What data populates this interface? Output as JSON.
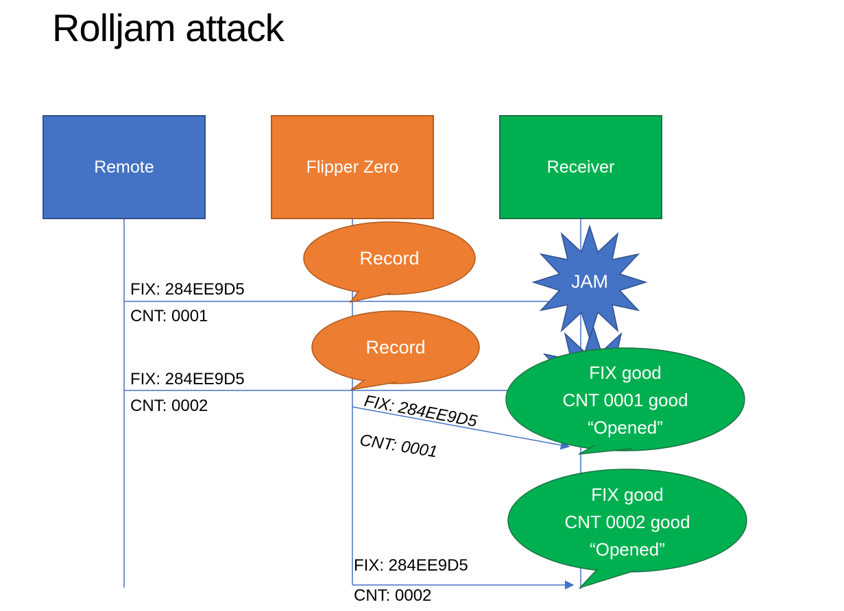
{
  "title": "Rolljam attack",
  "colors": {
    "blue": "#4472C4",
    "blue_dark": "#2F528F",
    "orange": "#ED7D31",
    "orange_dark": "#AE5A21",
    "green": "#00B050",
    "green_dark": "#1E7145"
  },
  "actors": {
    "remote": "Remote",
    "flipper": "Flipper Zero",
    "receiver": "Receiver"
  },
  "messages": {
    "msg1_fix": "FIX: 284EE9D5",
    "msg1_cnt": "CNT: 0001",
    "msg2_fix": "FIX: 284EE9D5",
    "msg2_cnt": "CNT: 0002",
    "replay1_fix": "FIX: 284EE9D5",
    "replay1_cnt": "CNT: 0001",
    "replay2_fix": "FIX: 284EE9D5",
    "replay2_cnt": "CNT: 0002"
  },
  "callouts": {
    "record1": "Record",
    "record2": "Record",
    "jam": "JAM",
    "result1": {
      "line1": "FIX good",
      "line2": "CNT 0001 good",
      "line3": "“Opened”"
    },
    "result2": {
      "line1": "FIX good",
      "line2": "CNT 0002 good",
      "line3": "“Opened”"
    }
  }
}
